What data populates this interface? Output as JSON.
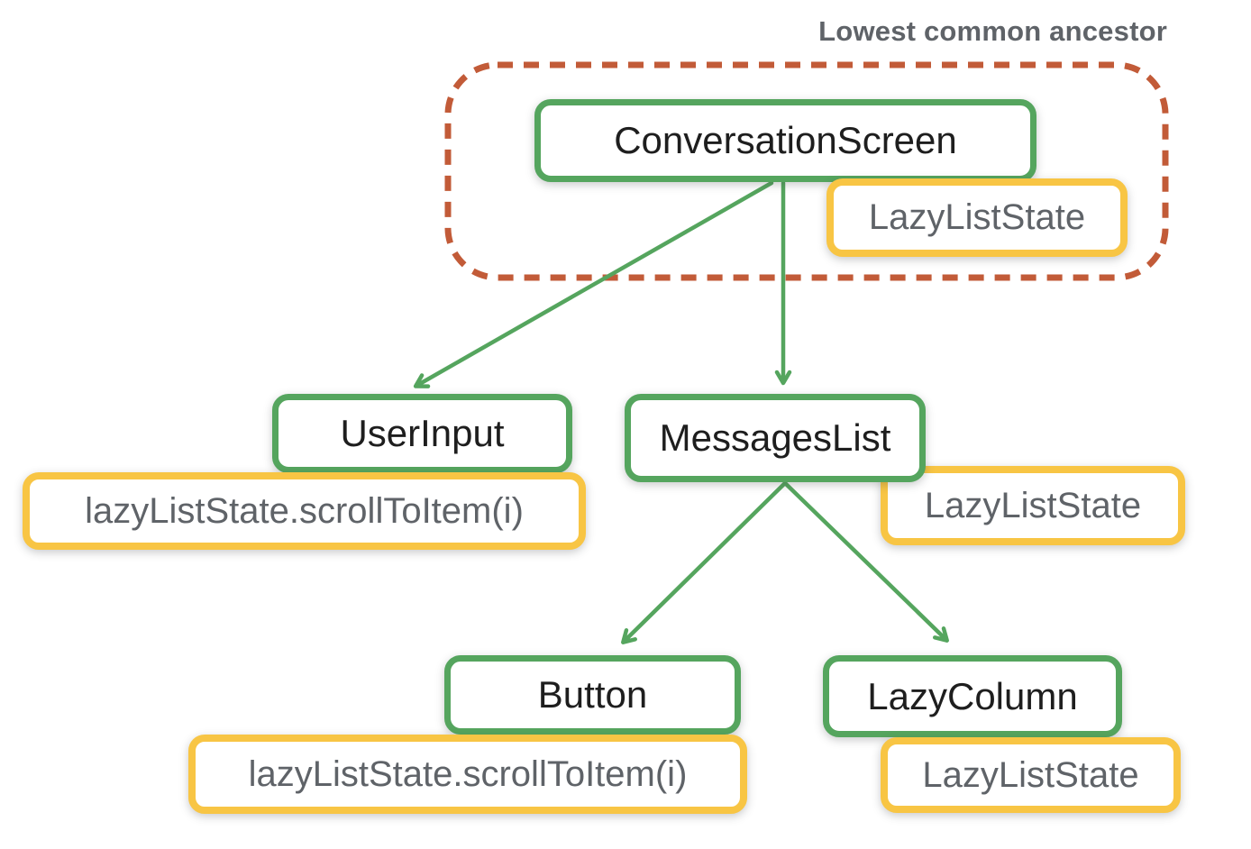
{
  "annotation": "Lowest common ancestor",
  "tree": {
    "conversation_screen": {
      "label": "ConversationScreen",
      "state": "LazyListState"
    },
    "user_input": {
      "label": "UserInput",
      "event": "lazyListState.scrollToItem(i)"
    },
    "messages_list": {
      "label": "MessagesList",
      "state": "LazyListState"
    },
    "button": {
      "label": "Button",
      "event": "lazyListState.scrollToItem(i)"
    },
    "lazy_column": {
      "label": "LazyColumn",
      "state": "LazyListState"
    }
  },
  "edges": [
    {
      "from": "ConversationScreen",
      "to": "UserInput"
    },
    {
      "from": "ConversationScreen",
      "to": "MessagesList"
    },
    {
      "from": "MessagesList",
      "to": "Button"
    },
    {
      "from": "MessagesList",
      "to": "LazyColumn"
    }
  ],
  "colors": {
    "green": "#55A55E",
    "yellow": "#F8C544",
    "orange": "#C25B38",
    "gray": "#5F6368",
    "black": "#1E1E1E",
    "bg": "#FFFFFF"
  }
}
